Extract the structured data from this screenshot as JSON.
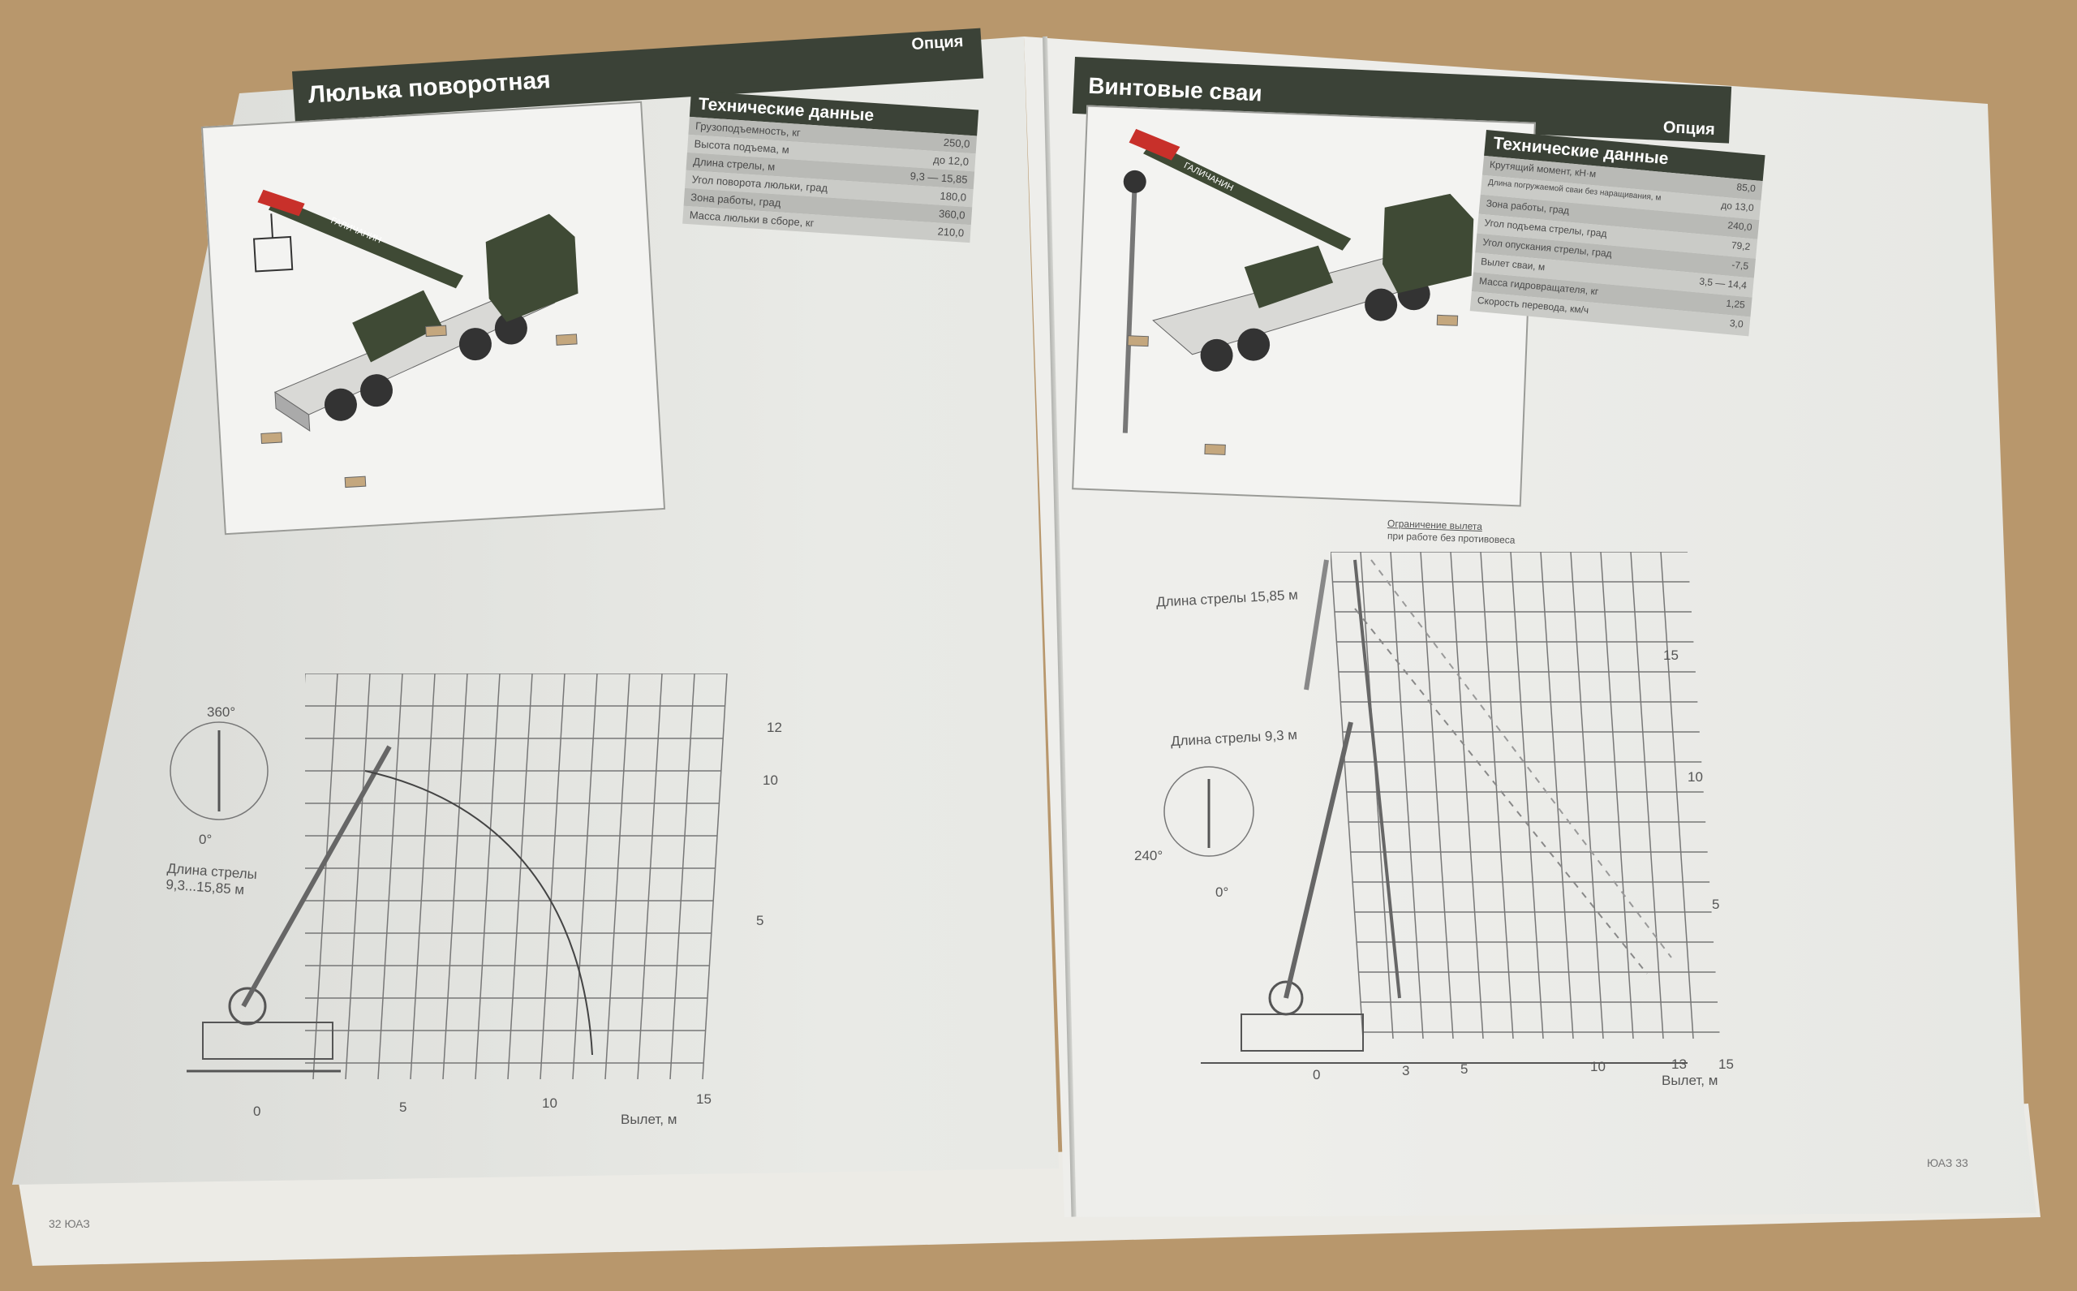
{
  "left_page": {
    "header": {
      "title": "Люлька поворотная",
      "tag": "Опция"
    },
    "spec_table": {
      "title": "Технические данные",
      "rows": [
        {
          "label": "Грузоподъемность, кг",
          "value": "250,0"
        },
        {
          "label": "Высота подъема, м",
          "value": "до 12,0"
        },
        {
          "label": "Длина стрелы, м",
          "value": "9,3 — 15,85"
        },
        {
          "label": "Угол поворота люльки, град",
          "value": "180,0"
        },
        {
          "label": "Зона работы, град",
          "value": "360,0"
        },
        {
          "label": "Масса люльки в сборе, кг",
          "value": "210,0"
        }
      ]
    },
    "boom_brand": "ГАЛИЧАНИН",
    "diagram": {
      "y_ticks": [
        "12",
        "10",
        "5"
      ],
      "x_ticks": [
        "0",
        "5",
        "10",
        "15"
      ],
      "x_label": "Вылет, м",
      "rotation_top": "360°",
      "rotation_bottom": "0°",
      "boom_length": "Длина стрелы 9,3...15,85 м"
    },
    "folio": "32 ЮАЗ"
  },
  "right_page": {
    "header": {
      "title": "Винтовые сваи",
      "tag": "Опция"
    },
    "spec_table": {
      "title": "Технические данные",
      "rows": [
        {
          "label": "Крутящий момент, кН·м",
          "value": "85,0"
        },
        {
          "label": "Длина погружаемой сваи без наращивания, м",
          "value": "до 13,0"
        },
        {
          "label": "Зона работы, град",
          "value": "240,0"
        },
        {
          "label": "Угол подъема стрелы, град",
          "value": "79,2"
        },
        {
          "label": "Угол опускания стрелы, град",
          "value": "-7,5"
        },
        {
          "label": "Вылет сваи, м",
          "value": "3,5 — 14,4"
        },
        {
          "label": "Масса гидровращателя, кг",
          "value": "1,25"
        },
        {
          "label": "Скорость перевода, км/ч",
          "value": "3,0"
        }
      ]
    },
    "boom_brand": "ГАЛИЧАНИН",
    "diagram": {
      "limit_note_1": "Ограничение вылета",
      "limit_note_2": "при работе без противовеса",
      "boom_long": "Длина стрелы 15,85 м",
      "boom_short": "Длина стрелы 9,3 м",
      "y_ticks": [
        "15",
        "10",
        "5"
      ],
      "x_ticks": [
        "0",
        "3",
        "5",
        "10",
        "13",
        "15"
      ],
      "x_label": "Вылет, м",
      "rotation_left": "240°",
      "rotation_bottom": "0°"
    },
    "folio": "ЮАЗ 33"
  },
  "colors": {
    "header_bg": "#3b4237",
    "crane_green": "#3f4a35",
    "boom_red": "#c8302a",
    "table_row": "#b9bab6"
  }
}
